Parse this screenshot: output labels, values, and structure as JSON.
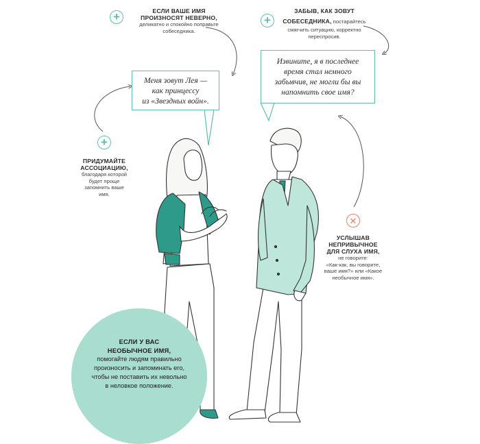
{
  "tips": {
    "wrong_name": {
      "icon": "plus-icon",
      "heading_1": "ЕСЛИ ВАШЕ ИМЯ",
      "heading_2": "ПРОИЗНОСЯТ НЕВЕРНО,",
      "text_1": "деликатно и спокойно поправьте",
      "text_2": "собеседника."
    },
    "forgot_name": {
      "icon": "plus-icon",
      "heading_1": "ЗАБЫВ, КАК ЗОВУТ",
      "heading_2": "СОБЕСЕДНИКА,",
      "heading_2_tail": " постарайтесь",
      "text_1": "смягчить ситуацию, корректно",
      "text_2": "переспросив."
    },
    "association": {
      "icon": "plus-icon",
      "heading_1": "ПРИДУМАЙТЕ",
      "heading_2": "АССОЦИАЦИЮ,",
      "text_1": "благодаря которой",
      "text_2": "будет проще",
      "text_3": "запомнить ваше",
      "text_4": "имя."
    },
    "unusual_heard": {
      "icon": "cross-icon",
      "heading_1": "УСЛЫШАВ",
      "heading_2": "НЕПРИВЫЧНОЕ",
      "heading_3": "ДЛЯ СЛУХА ИМЯ,",
      "text_1": "не говорите:",
      "text_2": "«Как-как, вы говорите,",
      "text_3": "ваше имя?» или «Какое",
      "text_4": "необычное имя»."
    },
    "unusual_own": {
      "heading_1": "ЕСЛИ У ВАС",
      "heading_2": "НЕОБЫЧНОЕ ИМЯ,",
      "text_1": "помогайте людям правильно",
      "text_2": "произносить и запоминать его,",
      "text_3": "чтобы не поставить их невольно",
      "text_4": "в неловкое положение."
    }
  },
  "speech": {
    "woman": {
      "line_1": "Меня зовут Лея —",
      "line_2": "как принцессу",
      "line_3": "из «Звездных войн»."
    },
    "man": {
      "line_1": "Извините, я в последнее",
      "line_2": "время стал немного",
      "line_3": "забывчив, не могли бы вы",
      "line_4": "напомнить свое имя?"
    }
  },
  "colors": {
    "accent": "#5fbfa5",
    "circle": "#a9ddd0",
    "negative": "#e3806b",
    "jacket_woman": "#2e9a8a",
    "jacket_man": "#bfe6da"
  }
}
